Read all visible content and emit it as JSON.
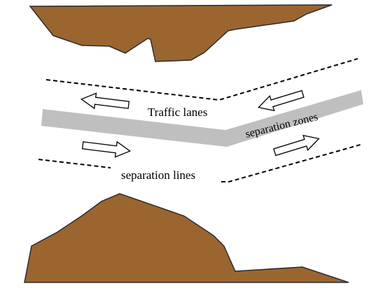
{
  "labels": {
    "traffic_lanes": "Traffic lanes",
    "separation_zones": "separation zones",
    "separation_lines": "separation lines"
  },
  "colors": {
    "land": "#9b6530",
    "land_outline": "#2b2b2b",
    "separation_zone": "#bfbfbf",
    "line": "#000000",
    "arrow_fill": "#ffffff"
  }
}
